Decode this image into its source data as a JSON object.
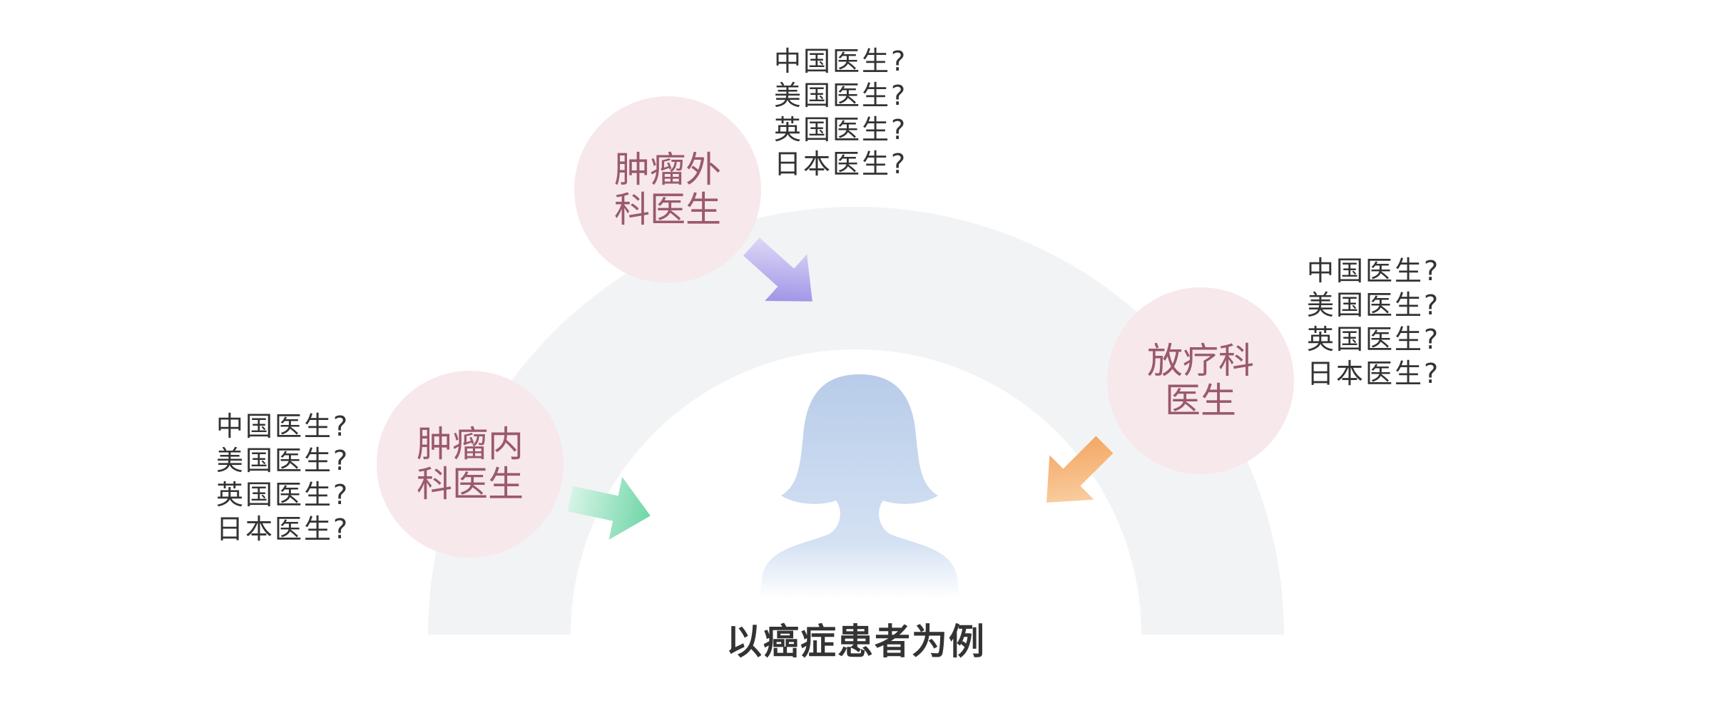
{
  "caption": "以癌症患者为例",
  "colors": {
    "arc": "#f2f3f5",
    "circle_fill": "#f7e8ec",
    "circle_text": "#9a5a6b",
    "person": "#b9cdea",
    "arrow_green": "#6ed3a6",
    "arrow_purple": "#8c7ee0",
    "arrow_orange": "#f2a35a"
  },
  "specialties": [
    {
      "id": "oncology-internal",
      "label": "肿瘤内科医生",
      "questions": [
        "中国医生?",
        "美国医生?",
        "英国医生?",
        "日本医生?"
      ]
    },
    {
      "id": "oncology-surgical",
      "label": "肿瘤外科医生",
      "questions": [
        "中国医生?",
        "美国医生?",
        "英国医生?",
        "日本医生?"
      ]
    },
    {
      "id": "radiotherapy",
      "label": "放疗科医生",
      "questions": [
        "中国医生?",
        "美国医生?",
        "英国医生?",
        "日本医生?"
      ]
    }
  ],
  "icons": {
    "patient": "person-silhouette-icon",
    "arrows": [
      "arrow-green-icon",
      "arrow-purple-icon",
      "arrow-orange-icon"
    ]
  }
}
